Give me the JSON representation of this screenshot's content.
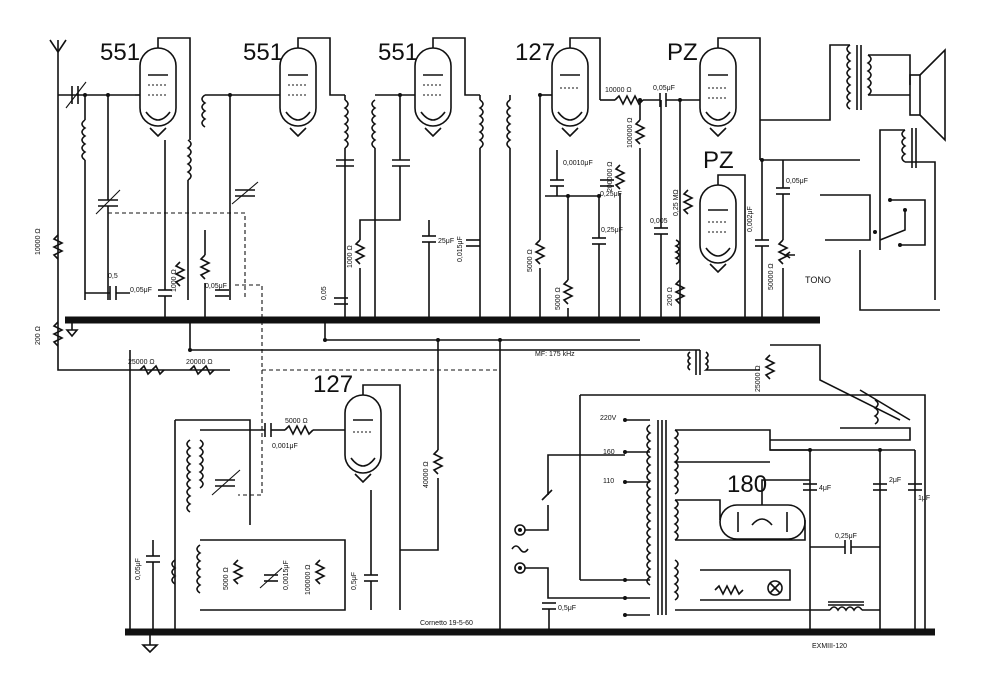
{
  "tubes": [
    {
      "id": "t1",
      "label": "551"
    },
    {
      "id": "t2",
      "label": "551"
    },
    {
      "id": "t3",
      "label": "551"
    },
    {
      "id": "t4",
      "label": "127"
    },
    {
      "id": "t5",
      "label": "PZ"
    },
    {
      "id": "t6",
      "label": "PZ"
    },
    {
      "id": "t7",
      "label": "127"
    },
    {
      "id": "t8",
      "label": "180"
    }
  ],
  "labels": {
    "res_10000_left": "10000 Ω",
    "res_200_left": "200 Ω",
    "cap_05_left": "0,5",
    "cap_005_a": "0,05μF",
    "res_1000": "1000 Ω",
    "cap_005_b": "0,05μF",
    "cap_005_c": "0,05",
    "res_1000_b": "1000 Ω",
    "cap_25": "25μF",
    "cap_0015": "0,015μF",
    "res_5000": "5000 Ω",
    "cap_00010": "0,0010μF",
    "cap_025": "0,25μF",
    "res_5000_b": "5000 Ω",
    "res_10000_top": "10000 Ω",
    "cap_005_top": "0,05μF",
    "res_100000": "100000 Ω",
    "res_200000": "200000 Ω",
    "cap_025_b": "0,25μF",
    "res_025": "0,25 MΩ",
    "cap_0005": "0,005",
    "res_200_b": "200 Ω",
    "cap_0002": "0,002μF",
    "cap_005_tono": "0,05μF",
    "res_50000": "50000 Ω",
    "tono": "TONO",
    "res_25000": "25000 Ω",
    "res_20000": "20000 Ω",
    "mf": "MF: 175 kHz",
    "res_5000_osc": "5000 Ω",
    "cap_0001": "0,001μF",
    "res_40000": "40000 Ω",
    "cap_005_osc": "0,05μF",
    "res_5000_c": "5000 Ω",
    "cap_00015": "0,0015μF",
    "res_100000_b": "100000 Ω",
    "cap_05_osc": "0,5μF",
    "res_25000_r": "25000 Ω",
    "v220": "220V",
    "v160": "160",
    "v110": "110",
    "cap_4": "4μF",
    "cap_2": "2μF",
    "cap_1": "1μF",
    "cap_025_c": "0,25μF",
    "cap_05_ps": "0,5μF",
    "signature": "Cornetto 19-5-60",
    "drawing_no": "EXMIII-120"
  }
}
